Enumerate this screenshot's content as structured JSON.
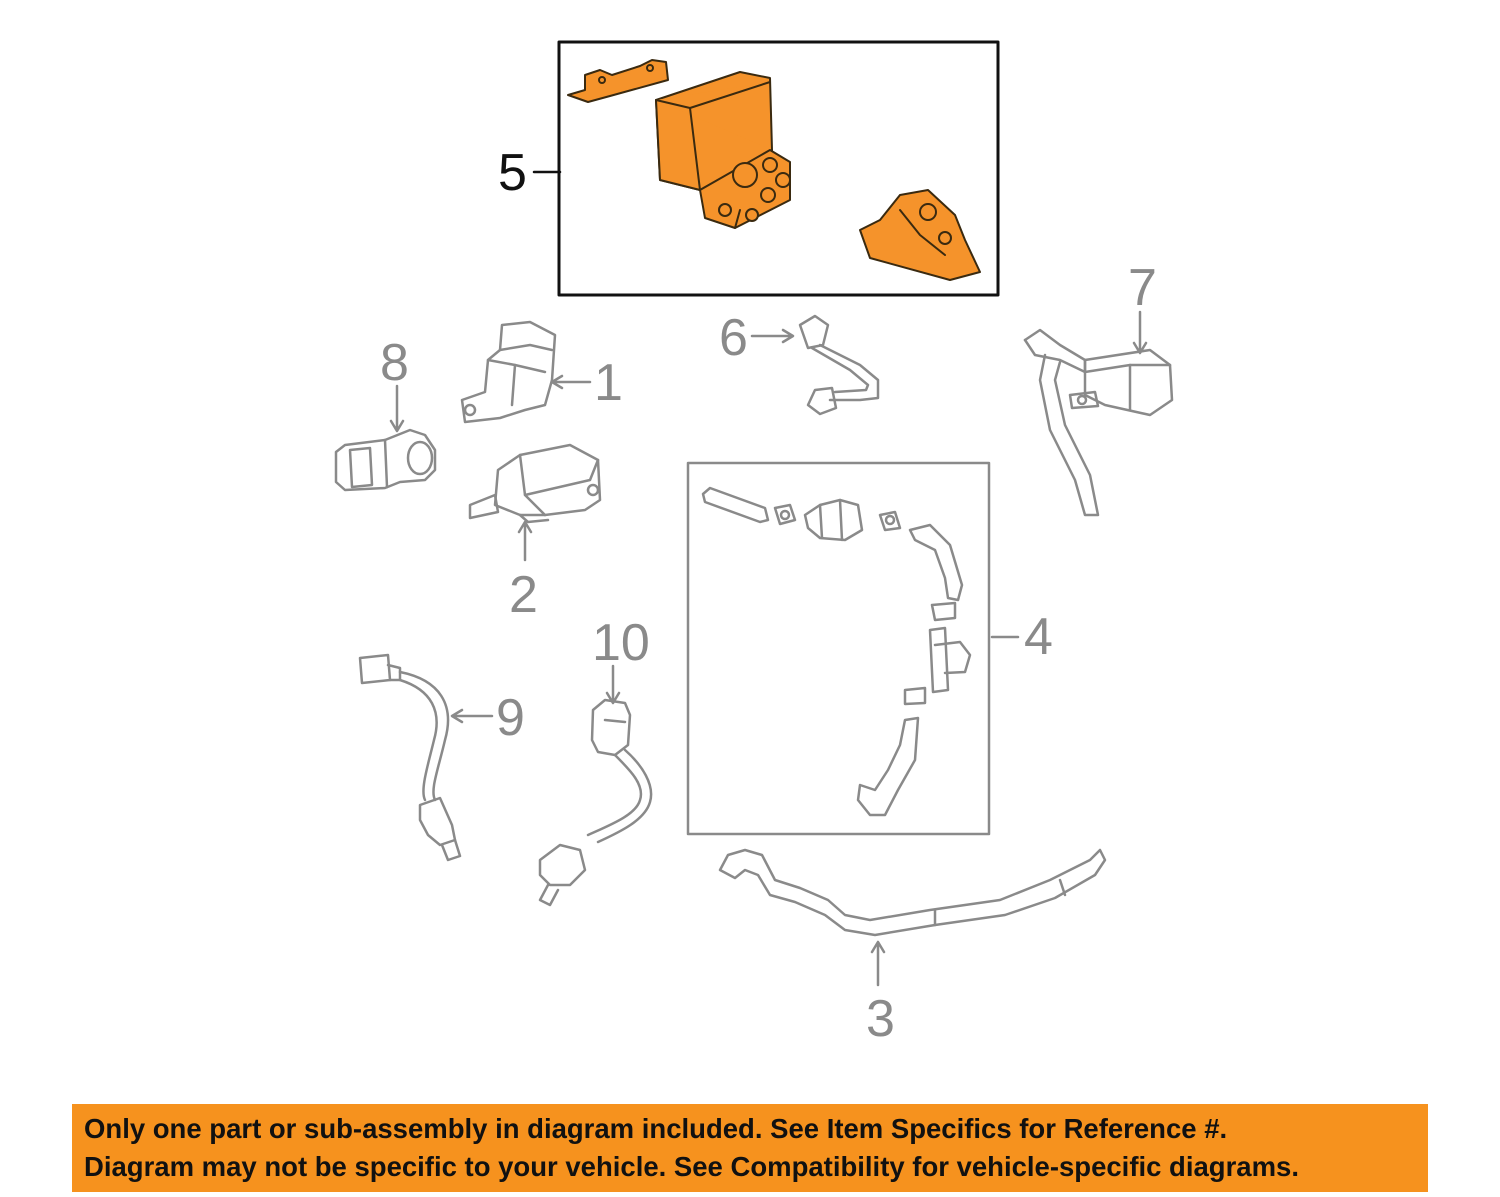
{
  "colors": {
    "highlight_fill": "#f5932b",
    "highlight_stroke": "#3a2a10",
    "part_stroke": "#8a8a8a",
    "callout_text": "#8a8a8a",
    "highlight_callout_text": "#111111",
    "banner_bg": "#f6921e",
    "banner_text": "#111111"
  },
  "callouts": {
    "c1": "1",
    "c2": "2",
    "c3": "3",
    "c4": "4",
    "c5": "5",
    "c6": "6",
    "c7": "7",
    "c8": "8",
    "c9": "9",
    "c10": "10"
  },
  "highlighted_part": "5",
  "banner": {
    "line1": "Only one part or sub-assembly in diagram included. See Item Specifics for Reference #.",
    "line2": "Diagram may not be specific to your vehicle. See Compatibility for vehicle-specific diagrams."
  }
}
